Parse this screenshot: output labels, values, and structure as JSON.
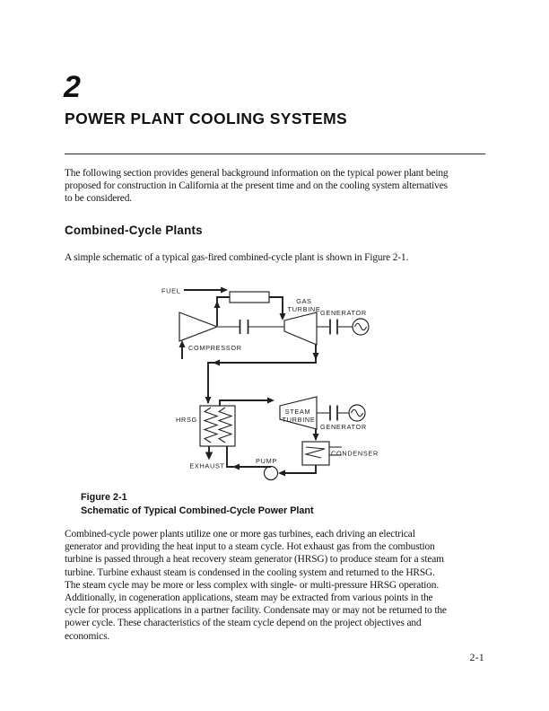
{
  "header": {
    "chapter_number": "2",
    "chapter_title": "POWER PLANT COOLING SYSTEMS"
  },
  "intro_paragraph": {
    "lines": [
      "The following section provides general background information on the typical power plant being",
      "proposed for construction in California at the present time and on the cooling system alternatives",
      "to be considered."
    ]
  },
  "section": {
    "heading": "Combined-Cycle Plants",
    "lead": "A simple schematic of a typical gas-fired combined-cycle plant is shown in Figure 2-1."
  },
  "figure": {
    "caption_label": "Figure 2-1",
    "caption_title": "Schematic of Typical Combined-Cycle Power Plant",
    "labels": {
      "fuel": "FUEL",
      "compressor": "COMPRESSOR",
      "gas_turbine_line1": "GAS",
      "gas_turbine_line2": "TURBINE",
      "generator_top": "GENERATOR",
      "hrsg": "HRSG",
      "exhaust": "EXHAUST",
      "steam_turbine_line1": "STEAM",
      "steam_turbine_line2": "TURBINE",
      "generator_bottom": "GENERATOR",
      "condenser": "CONDENSER",
      "pump": "PUMP"
    }
  },
  "body_paragraph": {
    "lines": [
      "Combined-cycle power plants utilize one or more gas turbines, each driving an electrical",
      "generator and providing the heat input to a steam cycle. Hot exhaust gas from the combustion",
      "turbine is passed through a heat recovery steam generator (HRSG) to produce steam for a steam",
      "turbine. Turbine exhaust steam is condensed in the cooling system and returned to the HRSG.",
      "The steam cycle may be more or less complex with single- or multi-pressure HRSG operation.",
      "Additionally, in cogeneration applications, steam may be extracted from various points in the",
      "cycle for process applications in a partner facility. Condensate may or may not be returned to the",
      "power cycle. These characteristics of the steam cycle depend on the project objectives and",
      "economics."
    ]
  },
  "footer": {
    "page_number": "2-1"
  },
  "colors": {
    "ink": "#1f1f1f",
    "paper": "#ffffff"
  }
}
